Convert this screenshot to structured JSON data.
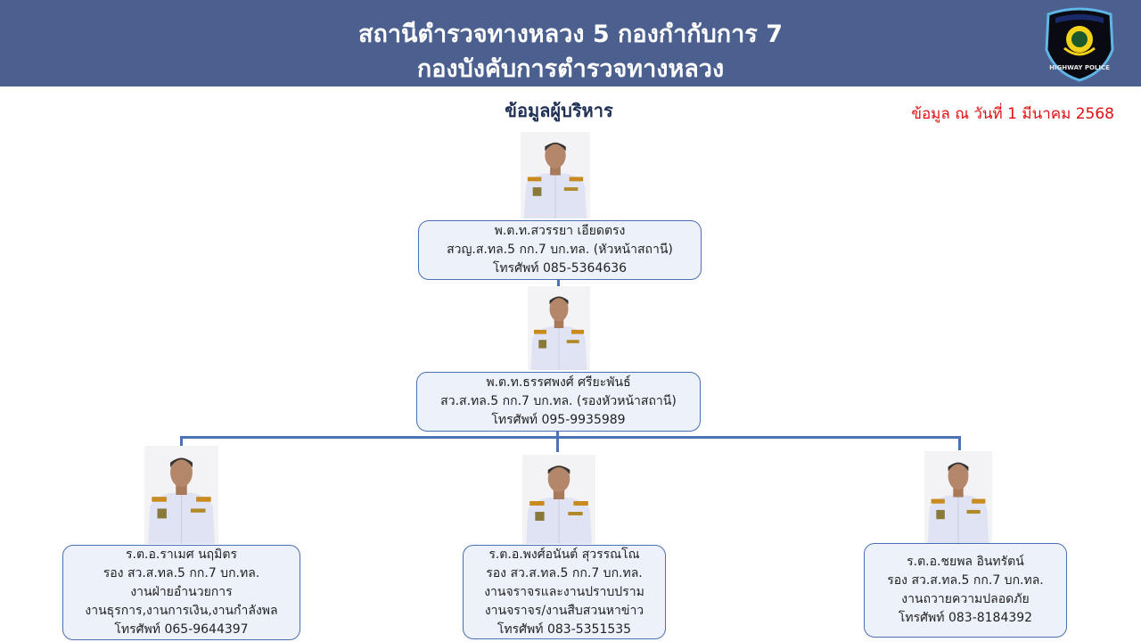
{
  "header": {
    "title_line1": "สถานีตำรวจทางหลวง 5 กองกำกับการ 7",
    "title_line2": "กองบังคับการตำรวจทางหลวง",
    "logo_text": "HIGHWAY POLICE"
  },
  "subtitle": "ข้อมูลผู้บริหาร",
  "as_of": "ข้อมูล ณ วันที่ 1 มีนาคม 2568",
  "colors": {
    "header_bg": "#4b608f",
    "box_bg": "#edf1f9",
    "box_border": "#4a6fb0",
    "connector": "#4a72b5",
    "date": "#e01010"
  },
  "people": [
    {
      "name": "พ.ต.ท.สวรรยา  เอียดตรง",
      "lines": [
        "สวญ.ส.ทล.5 กก.7 บก.ทล. (หัวหน้าสถานี)"
      ],
      "phone": "โทรศัพท์ 085-5364636"
    },
    {
      "name": "พ.ต.ท.ธรรศพงศ์  ศรียะพันธ์",
      "lines": [
        "สว.ส.ทล.5 กก.7 บก.ทล. (รองหัวหน้าสถานี)"
      ],
      "phone": "โทรศัพท์ 095-9935989"
    },
    {
      "name": "ร.ต.อ.ราเมศ  นฤมิตร",
      "lines": [
        "รอง สว.ส.ทล.5 กก.7 บก.ทล.",
        "งานฝ่ายอำนวยการ",
        "งานธุรการ,งานการเงิน,งานกำลังพล"
      ],
      "phone": "โทรศัพท์ 065-9644397"
    },
    {
      "name": "ร.ต.อ.พงศ์อนันต์  สุวรรณโณ",
      "lines": [
        "รอง สว.ส.ทล.5 กก.7 บก.ทล.",
        "งานจราจรและงานปราบปราม",
        "งานจราจร/งานสืบสวนหาข่าว"
      ],
      "phone": "โทรศัพท์ 083-5351535"
    },
    {
      "name": "ร.ต.อ.ชยพล  อินทรัตน์",
      "lines": [
        "รอง สว.ส.ทล.5 กก.7 บก.ทล.",
        "งานถวายความปลอดภัย"
      ],
      "phone": "โทรศัพท์ 083-8184392"
    }
  ]
}
